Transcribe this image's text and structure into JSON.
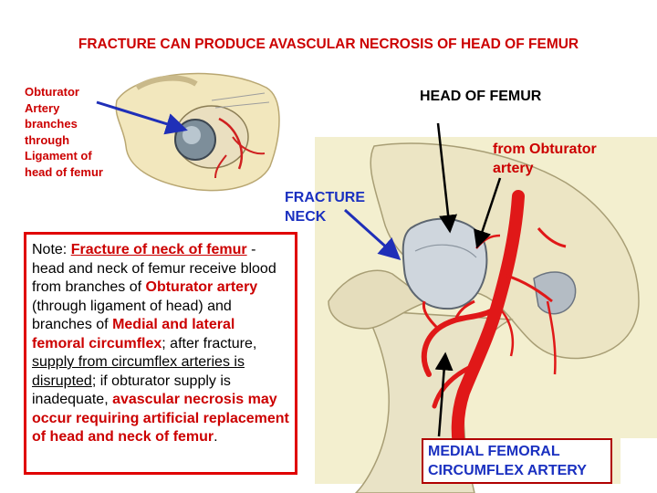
{
  "title": "FRACTURE CAN PRODUCE AVASCULAR NECROSIS OF HEAD OF FEMUR",
  "labels": {
    "obturator_branches": [
      "Obturator",
      "Artery",
      "branches",
      "through",
      "Ligament of",
      "head of femur"
    ],
    "head_of_femur": "HEAD OF FEMUR",
    "from_obturator": [
      "from Obturator",
      "artery"
    ],
    "fracture_neck": [
      "FRACTURE",
      "NECK"
    ],
    "medial_femoral": [
      "MEDIAL FEMORAL",
      "CIRCUMFLEX ARTERY"
    ]
  },
  "note": {
    "p1": "Note: ",
    "p2": "Fracture of neck of femur",
    "p3": " - head and neck of femur receive blood from branches of ",
    "p4": "Obturator artery",
    "p5": " (through ligament of head) and branches of ",
    "p6": "Medial and lateral femoral circumflex",
    "p7": "; after fracture, ",
    "p8": "supply from circumflex arteries is disrupted",
    "p9": "; if obturator supply is inadequate, ",
    "p10": "avascular necrosis may occur requiring artificial replacement of head and neck of femur",
    "p11": "."
  },
  "colors": {
    "title": "#cc0000",
    "label_red": "#cc0000",
    "label_blue": "#1a30c0",
    "artery": "#e01818",
    "bone": "#f3efcf"
  }
}
